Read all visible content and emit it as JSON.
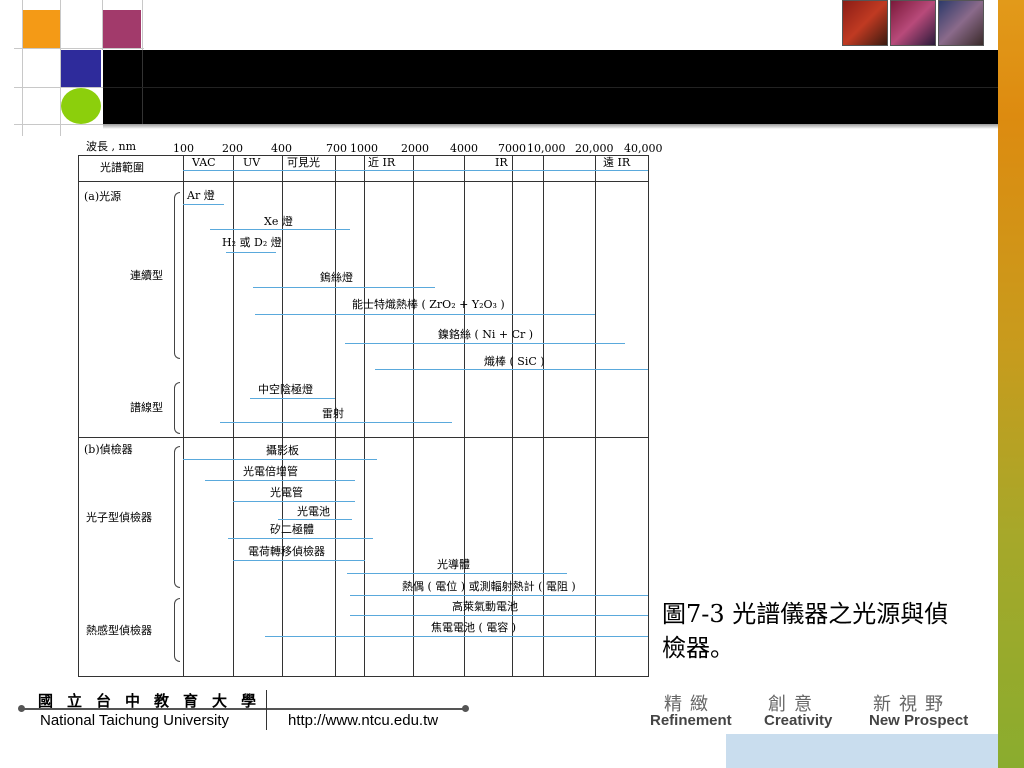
{
  "slide": {
    "caption": "圖7-3 光譜儀器之光源與偵檢器。",
    "colors": {
      "orange": "#f49a16",
      "magenta": "#a23a6b",
      "navy": "#2e2b9b",
      "green": "#8ccf0c",
      "line_blue": "#5aa9dc"
    }
  },
  "diagram": {
    "wavelength_label": "波長 , nm",
    "ticks": [
      "100",
      "200",
      "400",
      "700",
      "1000",
      "2000",
      "4000",
      "7000",
      "10,000",
      "20,000",
      "40,000"
    ],
    "range_label": "光譜範圍",
    "ranges": [
      "VAC",
      "UV",
      "可見光",
      "近 IR",
      "IR",
      "遠 IR"
    ],
    "section_a": "(a)光源",
    "group_continuous": "連續型",
    "group_line": "譜線型",
    "sources": {
      "ar": "Ar 燈",
      "xe": "Xe 燈",
      "h2d2": "H₂ 或 D₂ 燈",
      "tungsten": "鎢絲燈",
      "nernst": "能士特熾熱棒 ( ZrO₂ + Y₂O₃ )",
      "nichrome": "鎳鉻絲 ( Ni + Cr )",
      "globar": "熾棒 ( SiC )",
      "hollow": "中空陰極燈",
      "laser": "雷射"
    },
    "section_b": "(b)偵檢器",
    "group_photon": "光子型偵檢器",
    "group_thermal": "熱感型偵檢器",
    "detectors": {
      "plate": "攝影板",
      "pmt": "光電倍增管",
      "phototube": "光電管",
      "cell": "光電池",
      "diode": "矽二極體",
      "ccd": "電荷轉移偵檢器",
      "photoconductor": "光導體",
      "thermocouple": "熱偶 ( 電位 ) 或測輻射熱計 ( 電阻 )",
      "golay": "高萊氣動電池",
      "pyro": "焦電電池 ( 電容 )"
    }
  },
  "footer": {
    "school_cn": "國立台中教育大學",
    "school_en": "National Taichung University",
    "url": "http://www.ntcu.edu.tw",
    "slogan_cn": [
      "精緻",
      "創意",
      "新視野"
    ],
    "slogan_en": [
      "Refinement",
      "Creativity",
      "New Prospect"
    ]
  }
}
